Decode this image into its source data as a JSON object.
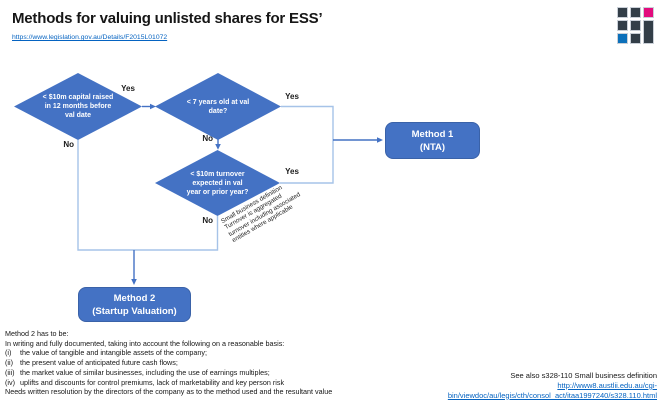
{
  "header": {
    "title": "Methods for valuing unlisted shares for ESS’",
    "link": "https://www.legislation.gov.au/Details/F2015L01072"
  },
  "flowchart": {
    "decision1": {
      "text": "< $10m capital raised in 12 months before val date",
      "yes_label": "Yes",
      "no_label": "No"
    },
    "decision2": {
      "text": "< 7 years old at val date?",
      "yes_label": "Yes",
      "no_label": "No"
    },
    "decision3": {
      "text": "< $10m turnover expected in val year or prior year?",
      "yes_label": "Yes",
      "no_label": "No"
    },
    "method1": {
      "lines": [
        "Method 1",
        "(NTA)"
      ]
    },
    "method2": {
      "lines": [
        "Method 2",
        "(Startup Valuation)"
      ]
    },
    "annotation": {
      "lines": [
        "Small business definition",
        "Turnover is aggregated",
        "turnover including associated",
        "entities where applicable"
      ]
    }
  },
  "notes": {
    "lines": [
      {
        "num": "",
        "text": "Method 2 has to be:"
      },
      {
        "num": "",
        "text": "In writing and fully documented, taking into account the following on a reasonable basis:"
      },
      {
        "num": "(i)",
        "text": "the value of tangible and intangible assets of the company;"
      },
      {
        "num": "(ii)",
        "text": "the present value of anticipated future cash flows;"
      },
      {
        "num": "(iii)",
        "text": "the market value of similar businesses, including the use of earnings multiples;"
      },
      {
        "num": "(iv)",
        "text": "uplifts and discounts for control premiums, lack of marketability and key person risk"
      },
      {
        "num": "",
        "text": "Needs written resolution by the directors of the company as to the method used and the resultant value"
      }
    ]
  },
  "see_also": {
    "text": "See also s328-110 Small business definition",
    "url_lines": [
      "http://www8.austlii.edu.au/cgi-",
      "bin/viewdoc/au/legis/cth/consol_act/itaa1997240/s328.110.html"
    ]
  },
  "colors": {
    "node_blue": "#4472c4",
    "connector_light": "#a6c3e8",
    "connector_dark": "#4472c4",
    "link_blue": "#0563c1",
    "logo_dark": "#333e48",
    "logo_magenta": "#e20b7d",
    "logo_blue": "#0c70ba"
  }
}
